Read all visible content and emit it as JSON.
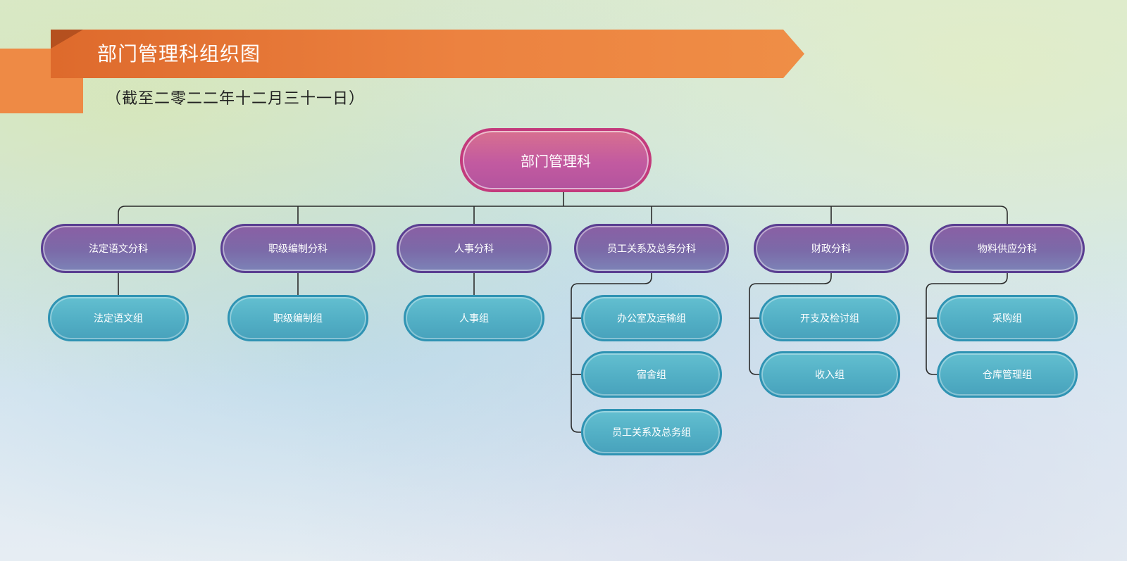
{
  "header": {
    "title": "部门管理科组织图",
    "subtitle": "（截至二零二二年十二月三十一日）"
  },
  "colors": {
    "banner": "#ec8240",
    "root": "#c25aa0",
    "branch": "#7b6aa8",
    "leaf": "#52afc5",
    "connector": "#2b2b2b"
  },
  "org": {
    "root": "部门管理科",
    "branches": [
      {
        "label": "法定语文分科",
        "groups": [
          "法定语文组"
        ]
      },
      {
        "label": "职级编制分科",
        "groups": [
          "职级编制组"
        ]
      },
      {
        "label": "人事分科",
        "groups": [
          "人事组"
        ]
      },
      {
        "label": "员工关系及总务分科",
        "groups": [
          "办公室及运输组",
          "宿舍组",
          "员工关系及总务组"
        ]
      },
      {
        "label": "财政分科",
        "groups": [
          "开支及检讨组",
          "收入组"
        ]
      },
      {
        "label": "物料供应分科",
        "groups": [
          "采购组",
          "仓库管理组"
        ]
      }
    ]
  }
}
